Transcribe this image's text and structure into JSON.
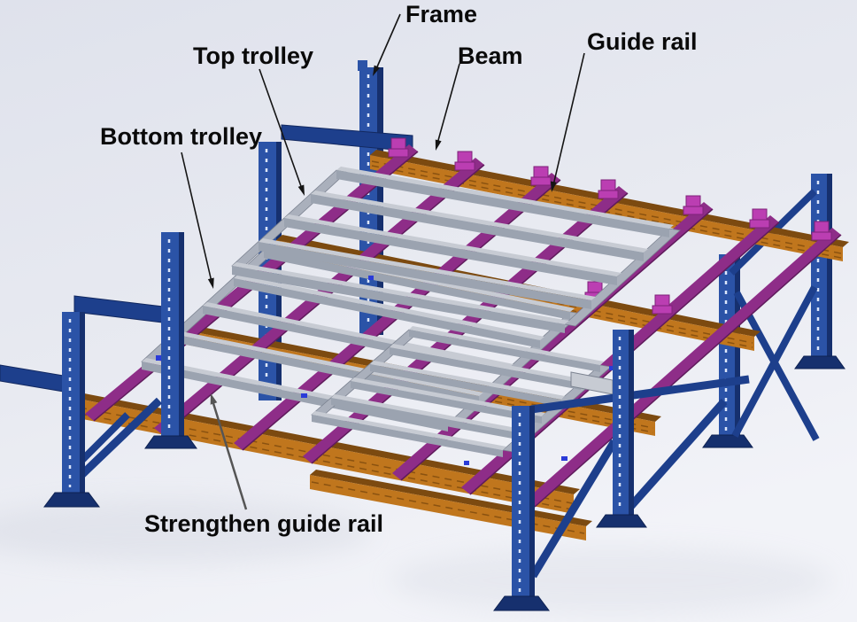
{
  "diagram": {
    "labels": {
      "frame": "Frame",
      "top_trolley": "Top trolley",
      "beam": "Beam",
      "guide_rail": "Guide rail",
      "bottom_trolley": "Bottom trolley",
      "strengthen_guide_rail": "Strengthen guide rail"
    }
  },
  "colors": {
    "frame_blue": "#2b53a7",
    "frame_blue_dark": "#16306e",
    "frame_blue_light": "#4a74c8",
    "brace_blue": "#1d3f8c",
    "beam_orange": "#c0761d",
    "beam_orange_dark": "#7c4a10",
    "beam_groove": "#8a5210",
    "rail_purple": "#8e2d88",
    "rail_purple_dark": "#5f1b5c",
    "rail_clip": "#bb3eb2",
    "trolley_gray": "#9ba3b0",
    "trolley_gray_light": "#c7cbd3",
    "trolley_gray_dark": "#7c8391",
    "detail_blue": "#2a3bd8",
    "leader_dark": "#141414",
    "leader_gray": "#555555",
    "label_text": "#0a0a0a",
    "background_top": "#dfe2ec",
    "background_bottom": "#f2f3f8"
  }
}
